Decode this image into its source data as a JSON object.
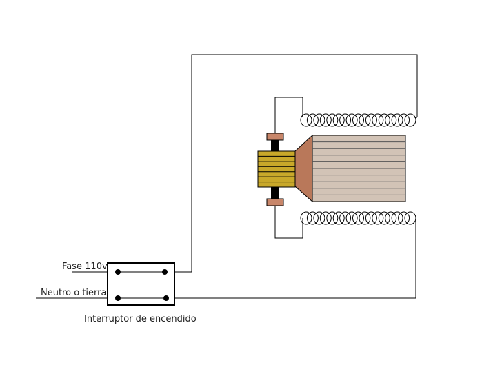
{
  "labels": {
    "phase": "Fase 110v",
    "neutral": "Neutro o tierra",
    "switch": "Interruptor de encendido"
  },
  "colors": {
    "wire": "#000000",
    "commutator": "#c8a82a",
    "brush": "#c8866a",
    "taper": "#b9785a",
    "armature": "#d2c3b6",
    "coil": "#000000"
  },
  "coils": {
    "turns_per_coil": 17
  },
  "commutator": {
    "segments": 7
  },
  "armature": {
    "slots": 10
  }
}
